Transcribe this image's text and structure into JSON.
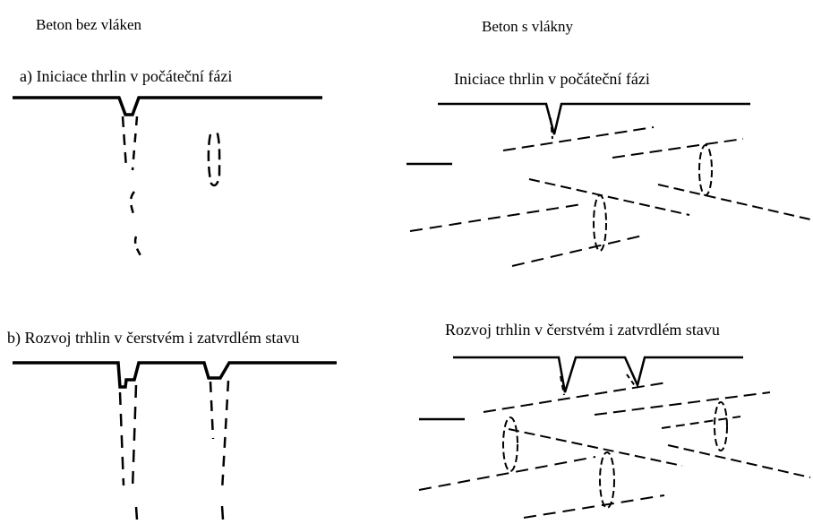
{
  "columns": {
    "left": "Beton bez vláken",
    "right": "Beton s vlákny"
  },
  "rows": {
    "a_left": "a) Iniciace thrlin v počáteční fázi",
    "a_right": "Iniciace thrlin v počáteční fázi",
    "b_left": "b) Rozvoj trhlin v čerstvém i zatvrdlém stavu",
    "b_right": "Rozvoj trhlin v čerstvém i zatvrdlém stavu"
  },
  "colors": {
    "ink": "#000000",
    "background": "#ffffff"
  }
}
